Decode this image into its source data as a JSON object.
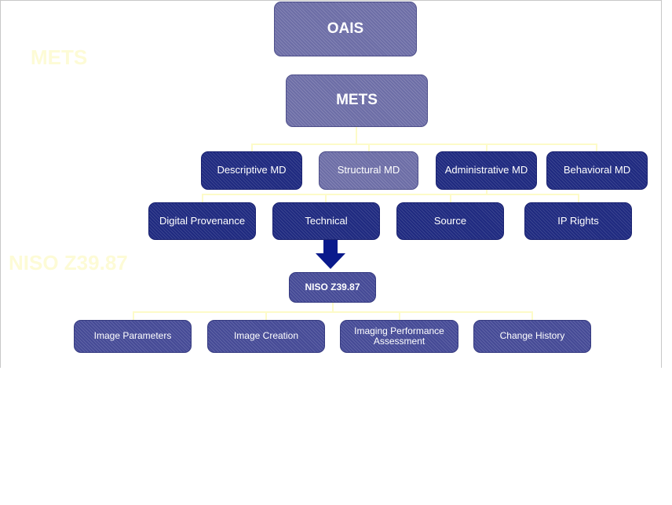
{
  "side_labels": {
    "mets": "METS",
    "niso": "NISO Z39.87"
  },
  "top": {
    "oais": "OAIS",
    "mets": "METS"
  },
  "mets_sections": [
    "Descriptive MD",
    "Structural MD",
    "Administrative MD",
    "Behavioral MD"
  ],
  "admin_subsections": [
    "Digital Provenance",
    "Technical",
    "Source",
    "IP Rights"
  ],
  "niso": {
    "label": "NISO Z39.87",
    "children": [
      "Image Parameters",
      "Image Creation",
      "Imaging Performance Assessment",
      "Change History"
    ]
  },
  "colors": {
    "light_box": "#6c6da6",
    "dark_box": "#1f2a80",
    "connector": "#fdfbc8",
    "ghost_text": "#fdfbd6",
    "arrow": "#0a1a8c"
  },
  "icons": {
    "down_arrow": "down-arrow-icon"
  }
}
